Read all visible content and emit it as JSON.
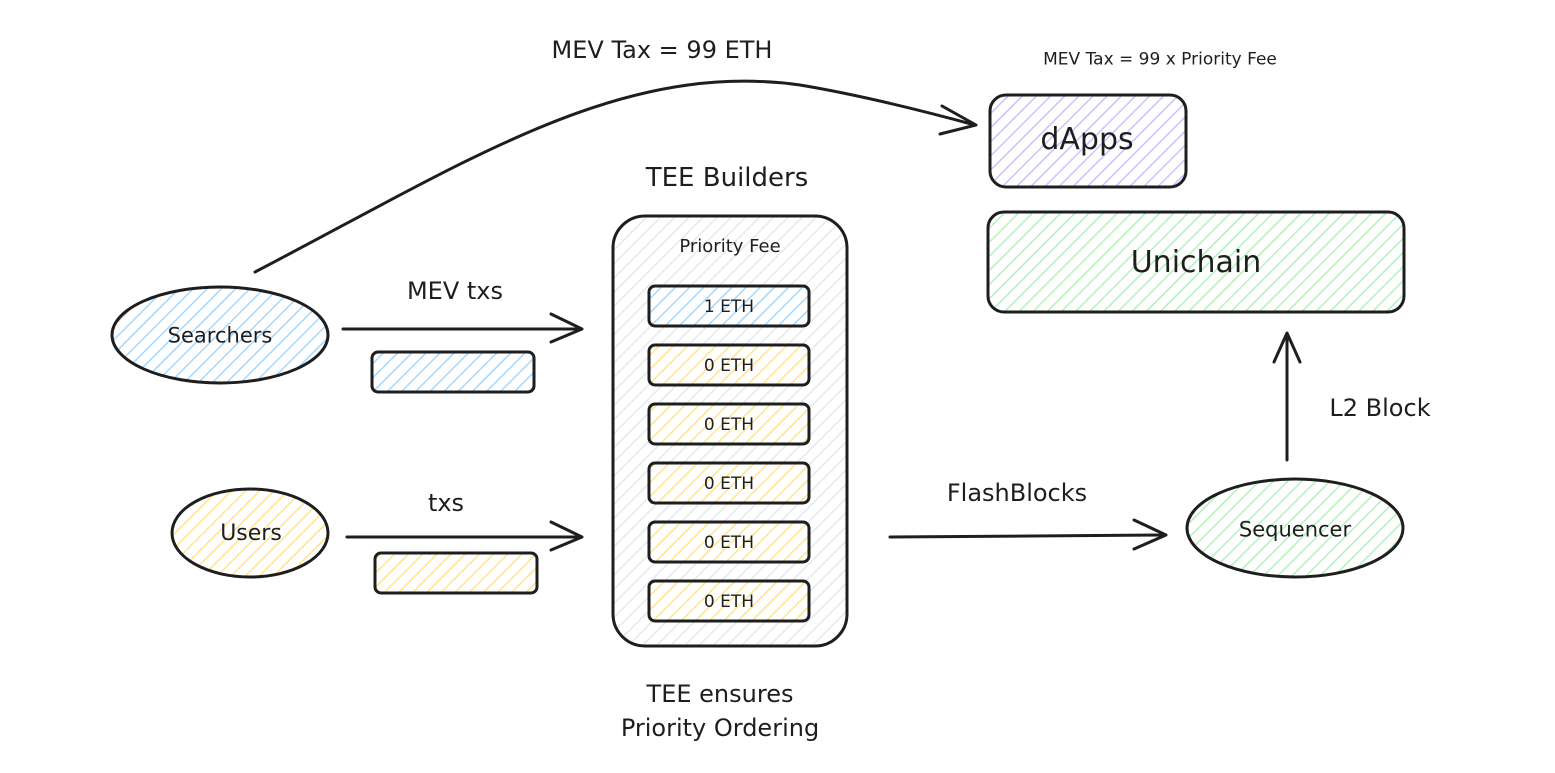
{
  "colors": {
    "stroke": "#1e1e1e",
    "blue_fill": "#a5d8ff",
    "yellow_fill": "#ffec99",
    "green_fill": "#b2f2bb",
    "purple_fill": "#d0bfff",
    "neutral_fill": "#e9ecef"
  },
  "labels": {
    "mev_tax_top": "MEV Tax = 99 ETH",
    "mev_tax_formula": "MEV Tax = 99 x Priority Fee",
    "dapps": "dApps",
    "unichain": "Unichain",
    "tee_builders": "TEE Builders",
    "priority_fee": "Priority Fee",
    "searchers": "Searchers",
    "users": "Users",
    "mev_txs": "MEV txs",
    "txs": "txs",
    "flashblocks": "FlashBlocks",
    "sequencer": "Sequencer",
    "l2_block": "L2 Block",
    "tee_note_line1": "TEE ensures",
    "tee_note_line2": "Priority Ordering"
  },
  "fee_slots": [
    {
      "label": "1 ETH",
      "kind": "mev"
    },
    {
      "label": "0 ETH",
      "kind": "user"
    },
    {
      "label": "0 ETH",
      "kind": "user"
    },
    {
      "label": "0 ETH",
      "kind": "user"
    },
    {
      "label": "0 ETH",
      "kind": "user"
    },
    {
      "label": "0 ETH",
      "kind": "user"
    }
  ]
}
